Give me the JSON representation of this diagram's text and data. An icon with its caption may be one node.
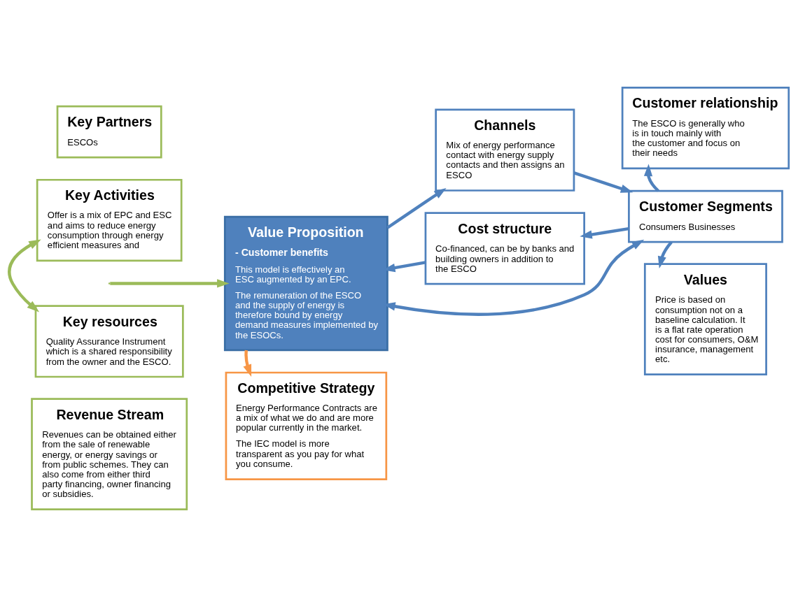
{
  "diagram": {
    "nodes": [
      {
        "text": [
          "Key Partners",
          "ESCOs"
        ]
      },
      {
        "text": [
          "Key Activities",
          "Offer is a mix of EPC and ESC and aims to reduce energy consumption through energy efficient measures and"
        ]
      },
      {
        "text": [
          "Key resources",
          "Quality Assurance Instrument which is a shared responsibility from the owner and the ESCO."
        ]
      },
      {
        "text": [
          "Revenue Stream",
          "Revenues can be obtained either from the sale of renewable energy, or energy savings or from public schemes. They can also come from either third party financing, owner financing or subsidies."
        ]
      },
      {
        "text": [
          "Value Proposition",
          "- Customer benefits",
          "This model is effectively an ESC augmented by an EPC.",
          "The remuneration of the ESCO and the supply of energy is therefore bound by energy demand measures implemented by the ESOCs."
        ]
      },
      {
        "text": [
          "Channels",
          "Mix of energy performance contact with energy supply contacts and then assigns an ESCO"
        ]
      },
      {
        "text": [
          "Cost structure",
          "Co-financed, can be by banks and building owners in addition to the ESCO"
        ]
      },
      {
        "text": [
          "Competitive Strategy",
          "Energy Performance Contracts are a mix of what we do and are more popular currently in the market.",
          "The IEC model is more transparent as you pay for what you consume."
        ]
      },
      {
        "text": [
          "Customer relationship",
          "The ESCO is generally who is in touch mainly with the customer and focus on their needs"
        ]
      },
      {
        "text": [
          "Customer Segments",
          "Consumers Businesses"
        ]
      },
      {
        "text": [
          "Values",
          "Price is based on consumption not on a baseline calculation. It is a flat rate operation cost for consumers, O&M  insurance, management etc."
        ]
      }
    ],
    "edges": [
      {
        "from": 1,
        "to": 2,
        "arrow": "both",
        "color": "#9bbb59"
      },
      {
        "from": null,
        "to": 4,
        "arrow": "to",
        "color": "#9bbb59"
      },
      {
        "from": 4,
        "to": 5,
        "arrow": "to"
      },
      {
        "from": 5,
        "to": 9,
        "arrow": "to"
      },
      {
        "from": 4,
        "to": 9,
        "arrow": "both"
      },
      {
        "from": 9,
        "to": 6,
        "arrow": "to"
      },
      {
        "from": 6,
        "to": 4,
        "arrow": "to"
      },
      {
        "from": 4,
        "to": 7,
        "arrow": "to",
        "color": "#f79646"
      },
      {
        "from": 9,
        "to": 8,
        "arrow": "to"
      },
      {
        "from": 9,
        "to": 10,
        "arrow": "to"
      }
    ]
  }
}
